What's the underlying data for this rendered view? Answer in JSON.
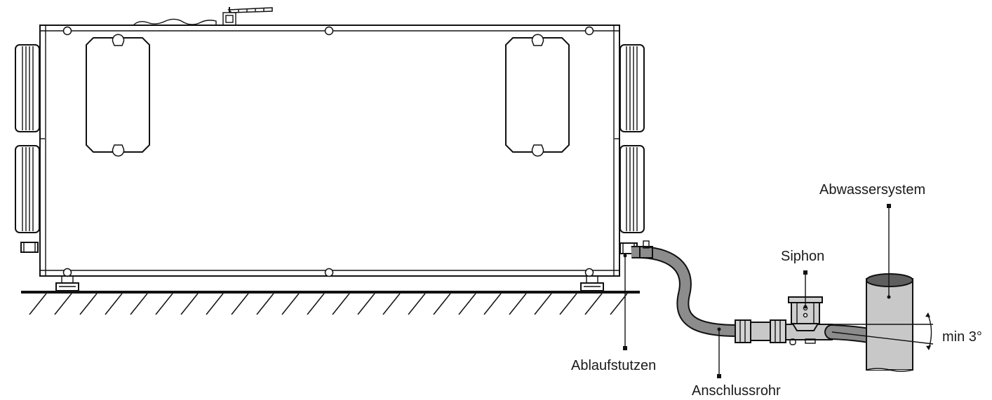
{
  "labels": {
    "abwassersystem": "Abwassersystem",
    "siphon": "Siphon",
    "min_angle": "min 3°",
    "ablaufstutzen": "Ablaufstutzen",
    "anschlussrohr": "Anschlussrohr"
  },
  "colors": {
    "line": "#111111",
    "hose_fill": "#8c8c8c",
    "pipe_fill": "#c8c8c8",
    "pipe_cut": "#5e5e5e",
    "siphon_fill": "#cfcfcf",
    "background": "#ffffff"
  }
}
